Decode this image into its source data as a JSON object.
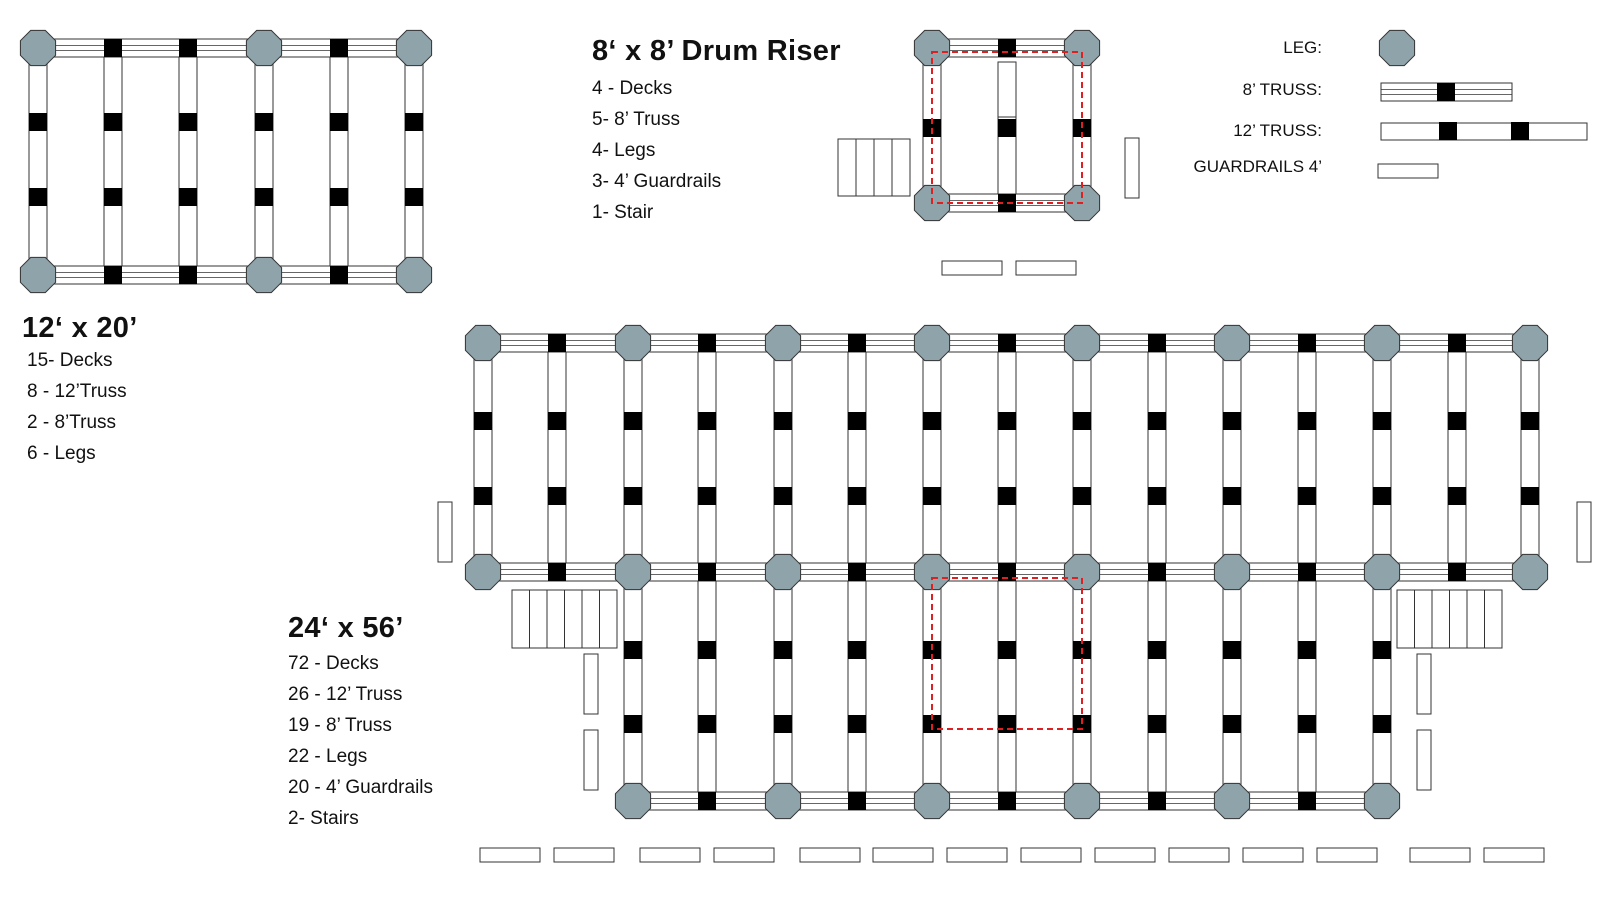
{
  "plan_12x20": {
    "title": "12‘ x 20’",
    "items": [
      "15- Decks",
      "8 - 12’Truss",
      "2 - 8’Truss",
      "6 - Legs"
    ]
  },
  "plan_drum": {
    "title": "8‘ x 8’ Drum Riser",
    "items": [
      "4 - Decks",
      "5- 8’ Truss",
      "4- Legs",
      "3- 4’ Guardrails",
      "1- Stair"
    ]
  },
  "plan_24x56": {
    "title": "24‘ x 56’",
    "items": [
      "72 - Decks",
      "26 - 12’ Truss",
      "19 - 8’ Truss",
      "22 - Legs",
      "20 - 4’ Guardrails",
      "2- Stairs"
    ]
  },
  "legend": {
    "leg": "LEG:",
    "truss8": "8’ TRUSS:",
    "truss12": "12’ TRUSS:",
    "guardrail": "GUARDRAILS 4’"
  },
  "colors": {
    "leg_fill": "#8fa3ab",
    "connector": "#000000",
    "outline": "#333333",
    "highlight": "#e02020"
  }
}
